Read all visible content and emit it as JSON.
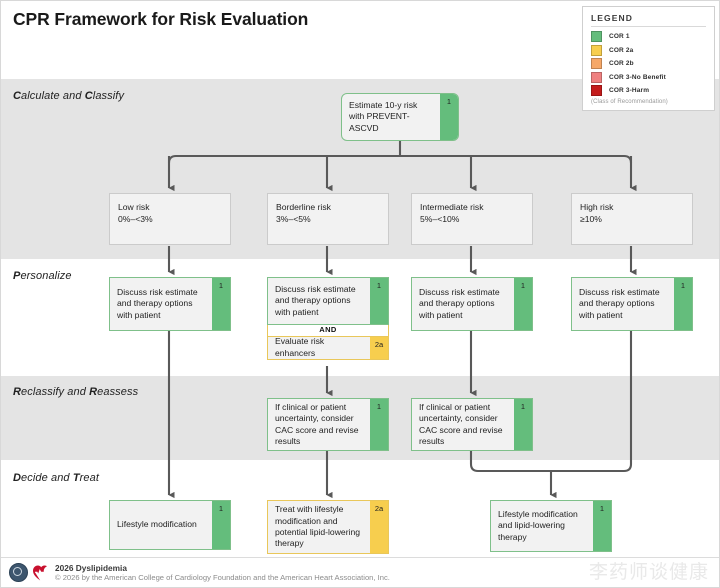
{
  "title": "CPR Framework for Risk Evaluation",
  "legend": {
    "heading": "LEGEND",
    "note": "(Class of Recommendation)",
    "items": [
      {
        "label": "COR 1",
        "color": "#64bd7c"
      },
      {
        "label": "COR 2a",
        "color": "#f7ce4e"
      },
      {
        "label": "COR 2b",
        "color": "#f6a868"
      },
      {
        "label": "COR 3-No Benefit",
        "color": "#ef8080"
      },
      {
        "label": "COR 3-Harm",
        "color": "#c41c1c"
      }
    ]
  },
  "bands": [
    {
      "label_pre": "C",
      "label_mid": "alculate and ",
      "label_b2": "C",
      "label_post": "lassify"
    },
    {
      "label_pre": "P",
      "label_mid": "ersonalize",
      "label_b2": "",
      "label_post": ""
    },
    {
      "label_pre": "R",
      "label_mid": "eclassify and ",
      "label_b2": "R",
      "label_post": "eassess"
    },
    {
      "label_pre": "D",
      "label_mid": "ecide and ",
      "label_b2": "T",
      "label_post": "reat"
    }
  ],
  "nodes": {
    "start": {
      "text": "Estimate 10-y risk with PREVENT-ASCVD",
      "cor": "1"
    },
    "risk": [
      {
        "name": "Low risk",
        "range": "0%–<3%"
      },
      {
        "name": "Borderline risk",
        "range": "3%–<5%"
      },
      {
        "name": "Intermediate risk",
        "range": "5%–<10%"
      },
      {
        "name": "High risk",
        "range": "≥10%"
      }
    ],
    "discuss": {
      "text": "Discuss risk estimate and therapy options with patient",
      "cor": "1"
    },
    "and_label": "AND",
    "enhancers": {
      "text": "Evaluate risk enhancers",
      "cor": "2a"
    },
    "cac": {
      "text": "If clinical or patient uncertainty, consider CAC score and revise results",
      "cor": "1"
    },
    "treat": [
      {
        "text": "Lifestyle modification",
        "cor": "1"
      },
      {
        "text": "Treat with lifestyle modification and potential lipid-lowering therapy",
        "cor": "2a"
      },
      {
        "text": "Lifestyle modification and lipid-lowering therapy",
        "cor": "1"
      }
    ]
  },
  "footer": {
    "line1": "2026 Dyslipidemia",
    "line2": "© 2026 by the American College of Cardiology Foundation and the American Heart Association, Inc.",
    "watermark": "李药师谈健康"
  }
}
